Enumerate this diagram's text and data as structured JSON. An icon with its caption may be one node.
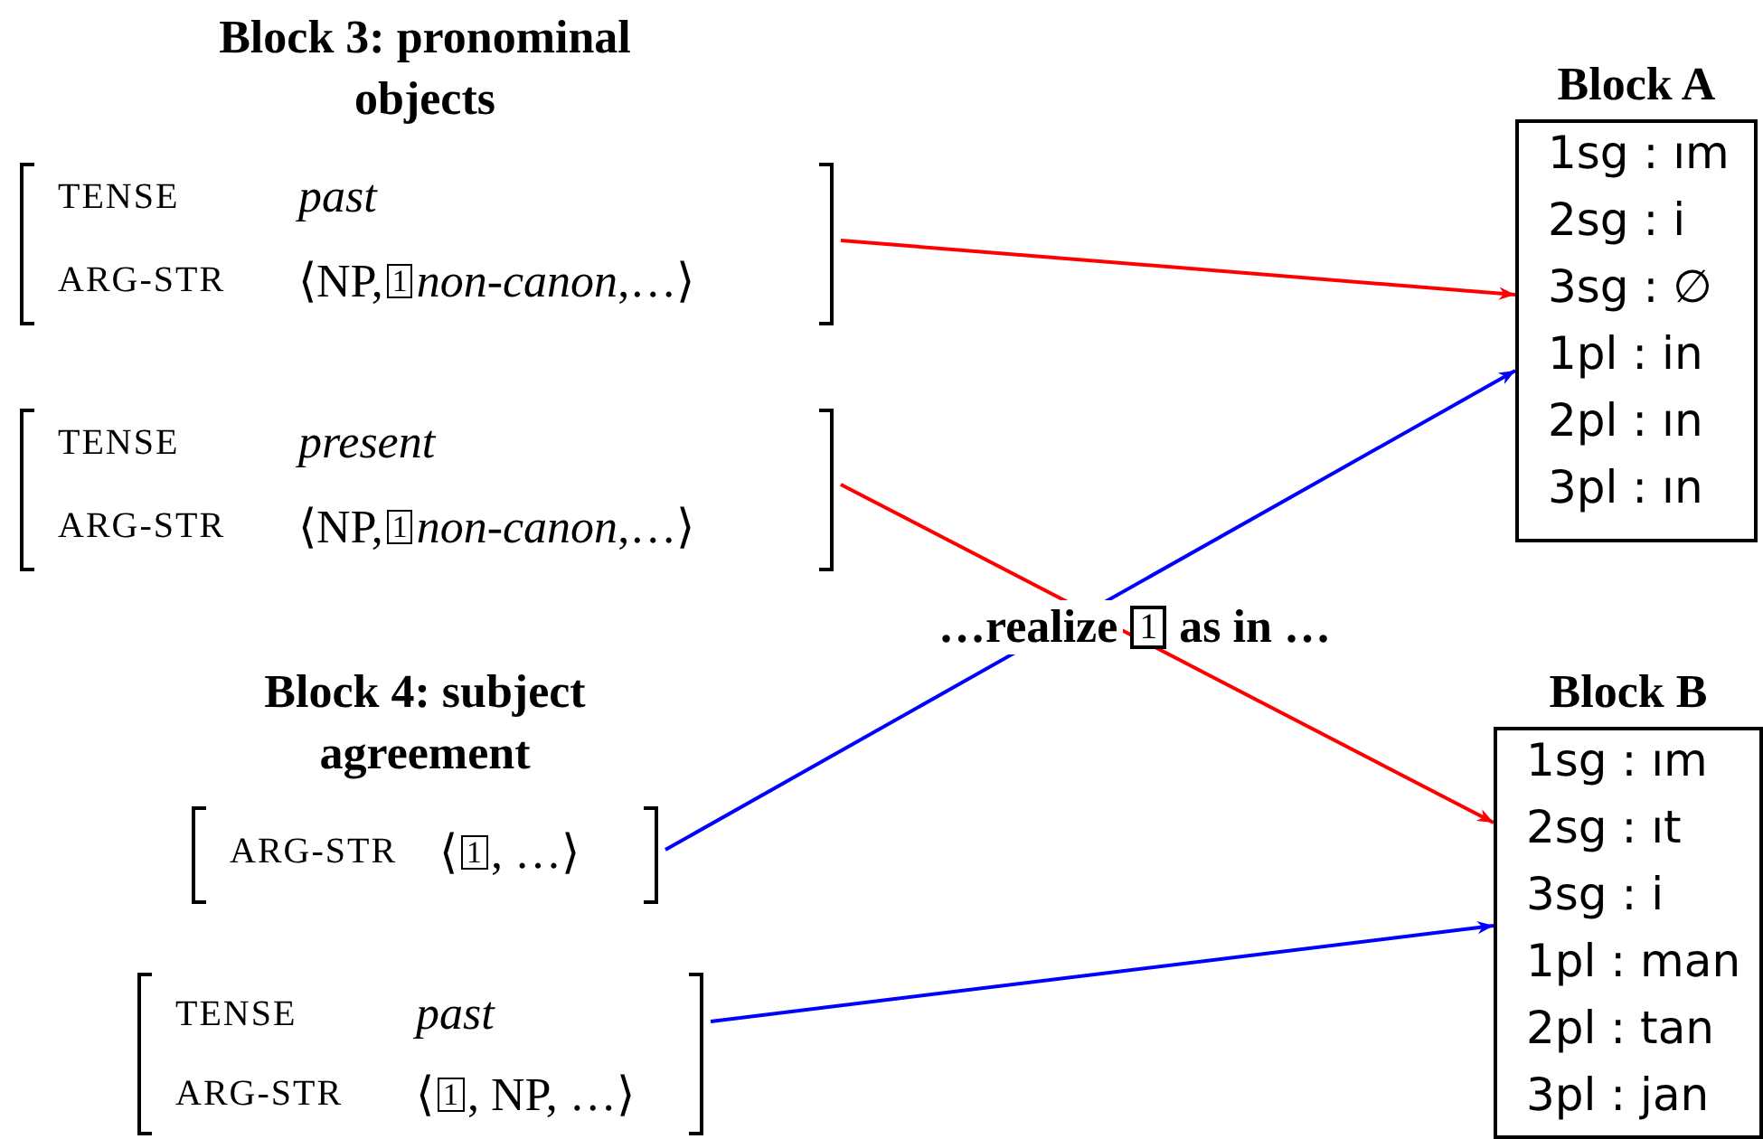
{
  "diagram": {
    "nodes": [
      {
        "text": [
          "TENSE",
          "past",
          "ARG-STR",
          "⟨NP,",
          "1",
          "*non-canon*,…⟩"
        ]
      },
      {
        "text": [
          "TENSE",
          "present",
          "ARG-STR",
          "⟨NP,",
          "1",
          "*non-canon*,…⟩"
        ]
      },
      {
        "text": [
          "ARG-STR",
          "⟨",
          "1",
          ", …⟩"
        ]
      },
      {
        "text": [
          "TENSE",
          "past",
          "ARG-STR",
          "⟨",
          "1",
          ", NP, …⟩"
        ]
      },
      {
        "text": [
          "Block A",
          "1sg : ım",
          "2sg : i",
          "3sg : ∅",
          "1pl : in",
          "2pl : ın",
          "3pl : ın"
        ]
      },
      {
        "text": [
          "Block B",
          "1sg : ım",
          "2sg : ıt",
          "3sg : i",
          "1pl : man",
          "2pl : tan",
          "3pl : jan"
        ]
      }
    ],
    "edges": [
      {
        "from": 0,
        "to": 4,
        "arrow": "to",
        "color": "#ff0000"
      },
      {
        "from": 1,
        "to": 5,
        "arrow": "to",
        "color": "#ff0000"
      },
      {
        "from": 2,
        "to": 4,
        "arrow": "to",
        "color": "#0000ff"
      },
      {
        "from": 3,
        "to": 5,
        "arrow": "to",
        "color": "#0000ff"
      }
    ],
    "labels": [
      "**Block 3**: pronominal objects",
      "**Block 4**: subject agreement",
      "…realize",
      "1",
      "as in …"
    ]
  }
}
